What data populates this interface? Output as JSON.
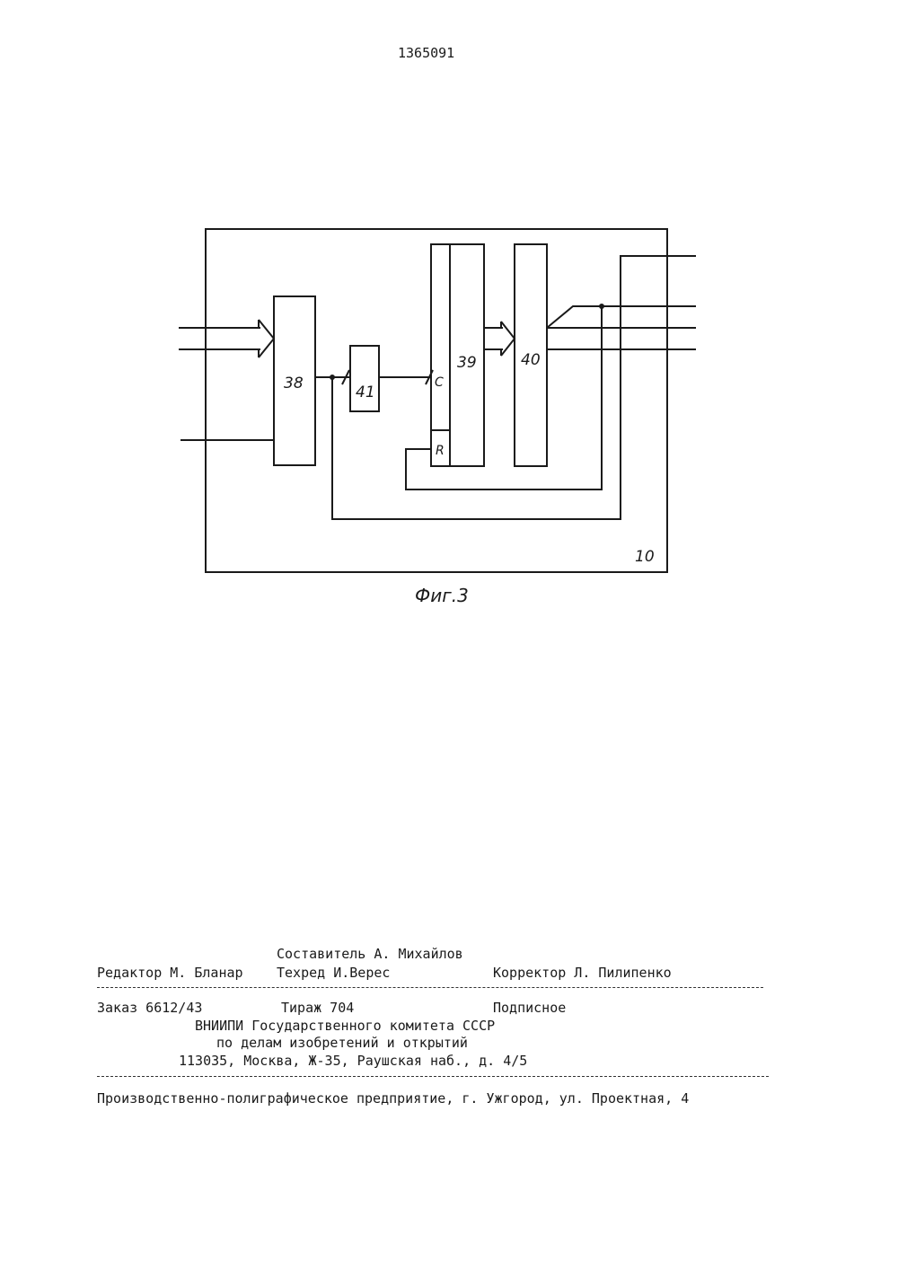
{
  "patent_number": "1365091",
  "figure": {
    "caption": "Фиг.3",
    "frame_label": "10",
    "blocks": {
      "b38": "38",
      "b39": "39",
      "b40": "40",
      "b41": "41",
      "pin_c": "C",
      "pin_r": "R"
    }
  },
  "imprint": {
    "compiler": "Составитель А. Михайлов",
    "editor": "Редактор М. Бланар",
    "techred": "Техред И.Верес",
    "corrector": "Корректор Л. Пилипенко",
    "order": "Заказ 6612/43",
    "circulation": "Тираж 704",
    "subscription": "Подписное",
    "org_line1": "ВНИИПИ Государственного комитета СССР",
    "org_line2": "по делам изобретений и открытий",
    "address": "113035, Москва, Ж-35, Раушская наб., д. 4/5",
    "printer": "Производственно-полиграфическое предприятие, г. Ужгород, ул. Проектная, 4"
  }
}
